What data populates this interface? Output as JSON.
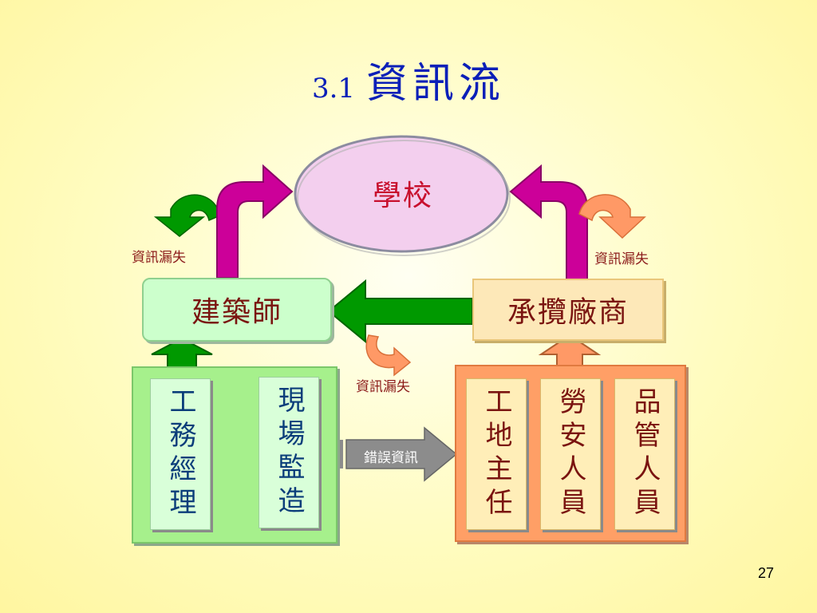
{
  "title": {
    "number": "3.1",
    "text": "資訊流"
  },
  "nodes": {
    "school": "學校",
    "architect": "建築師",
    "contractor": "承攬廠商",
    "left_panel": [
      "工務經理",
      "現場監造"
    ],
    "right_panel": [
      "工地主任",
      "勞安人員",
      "品管人員"
    ]
  },
  "labels": {
    "leak_left": "資訊漏失",
    "leak_right": "資訊漏失",
    "leak_center": "資訊漏失",
    "error": "錯誤資訊"
  },
  "page_number": "27",
  "colors": {
    "title": "#0a1fb8",
    "school_text": "#c8102e",
    "magenta_arrow": "#cc0099",
    "green_arrow": "#009900",
    "orange_arrow": "#ff9966",
    "gray_arrow": "#8c8c8c"
  }
}
